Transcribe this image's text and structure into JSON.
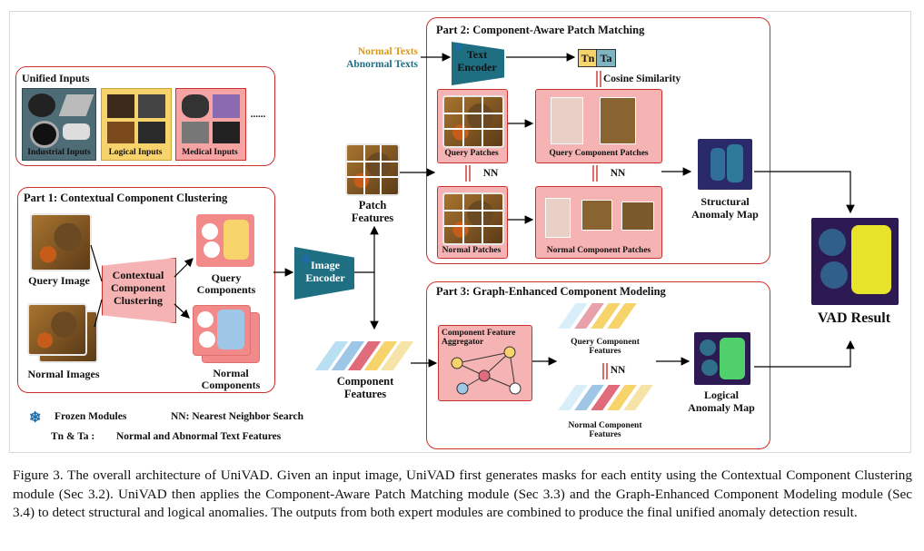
{
  "figure": {
    "unified_inputs_title": "Unified Inputs",
    "input_groups": [
      "Industrial Inputs",
      "Logical Inputs",
      "Medical Inputs"
    ],
    "ellipsis": "......",
    "part1_title": "Part 1: Contextual Component Clustering",
    "part2_title": "Part 2: Component-Aware Patch Matching",
    "part3_title": "Part 3: Graph-Enhanced Component Modeling",
    "query_image": "Query Image",
    "normal_images": "Normal Images",
    "ccc_module": "Contextual Component Clustering",
    "query_components": "Query Components",
    "normal_components": "Normal Components",
    "image_encoder": "Image Encoder",
    "patch_features": "Patch Features",
    "component_features": "Component Features",
    "normal_texts": "Normal Texts",
    "abnormal_texts": "Abnormal Texts",
    "text_encoder": "Text Encoder",
    "tn": "Tn",
    "ta": "Ta",
    "cosine_similarity": "Cosine Similarity",
    "query_patches": "Query Patches",
    "query_component_patches": "Query Component Patches",
    "normal_patches": "Normal Patches",
    "normal_component_patches": "Normal Component Patches",
    "nn": "NN",
    "structural_map": "Structural Anomaly Map",
    "aggregator": "Component Feature Aggregator",
    "query_component_features": "Query Component Features",
    "normal_component_features": "Normal Component Features",
    "logical_map": "Logical Anomaly Map",
    "vad_result": "VAD Result",
    "legend_frozen": "Frozen Modules",
    "legend_nn": "NN: Nearest Neighbor Search",
    "legend_tnta_key": "Tn & Ta :",
    "legend_tnta": "Normal and Abnormal Text Features",
    "colors": {
      "panel_border": "#c9302c",
      "pink": "#f5b3b3",
      "yellow": "#f6d36b",
      "teal": "#1f6f83",
      "normal_text": "#d99a1c",
      "abnormal_text": "#1f6f83"
    }
  },
  "caption": "Figure 3. The overall architecture of UniVAD. Given an input image, UniVAD first generates masks for each entity using the Contextual Component Clustering module (Sec 3.2). UniVAD then applies the Component-Aware Patch Matching module (Sec 3.3) and the Graph-Enhanced Component Modeling module (Sec 3.4) to detect structural and logical anomalies. The outputs from both expert modules are combined to produce the final unified anomaly detection result."
}
